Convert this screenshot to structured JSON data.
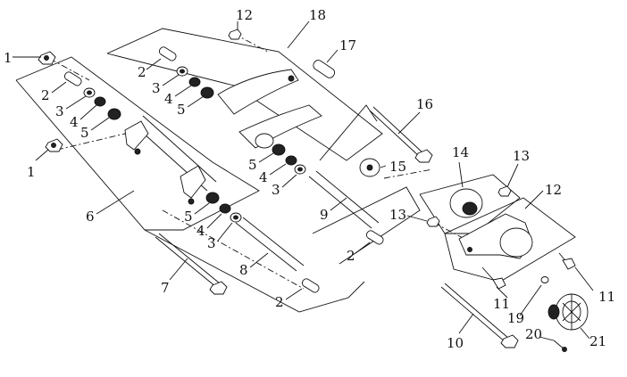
{
  "callouts": {
    "c1a": "1",
    "c1b": "1",
    "c2a": "2",
    "c2b": "2",
    "c2c": "2",
    "c2d": "2",
    "c3a": "3",
    "c3b": "3",
    "c3c": "3",
    "c3d": "3",
    "c4a": "4",
    "c4b": "4",
    "c4c": "4",
    "c4d": "4",
    "c5a": "5",
    "c5b": "5",
    "c5c": "5",
    "c5d": "5",
    "c6": "6",
    "c7": "7",
    "c8": "8",
    "c9": "9",
    "c10": "10",
    "c11a": "11",
    "c11b": "11",
    "c12a": "12",
    "c12b": "12",
    "c13a": "13",
    "c13b": "13",
    "c14": "14",
    "c15": "15",
    "c16": "16",
    "c17": "17",
    "c18": "18",
    "c19": "19",
    "c20": "20",
    "c21": "21"
  }
}
